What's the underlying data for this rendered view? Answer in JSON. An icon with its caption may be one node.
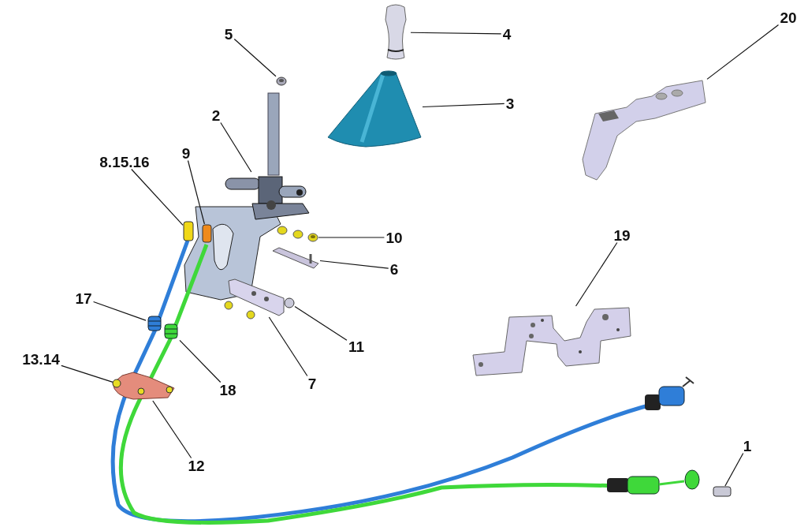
{
  "diagram": {
    "nodes": [
      {
        "text": [
          "5"
        ]
      },
      {
        "text": [],
        "shape": "picture"
      },
      {
        "text": [
          "4"
        ]
      },
      {
        "text": [],
        "shape": "picture"
      },
      {
        "text": [
          "3"
        ]
      },
      {
        "text": [],
        "shape": "picture"
      },
      {
        "text": [
          "20"
        ]
      },
      {
        "text": [],
        "shape": "picture"
      },
      {
        "text": [
          "2"
        ]
      },
      {
        "text": [],
        "shape": "picture"
      },
      {
        "text": [
          "8.15.16"
        ]
      },
      {
        "text": [],
        "shape": "box"
      },
      {
        "text": [
          "9"
        ]
      },
      {
        "text": [],
        "shape": "box"
      },
      {
        "text": [
          "10"
        ]
      },
      {
        "text": [],
        "shape": "picture"
      },
      {
        "text": [
          "6"
        ]
      },
      {
        "text": [],
        "shape": "picture"
      },
      {
        "text": [
          "19"
        ]
      },
      {
        "text": [],
        "shape": "picture"
      },
      {
        "text": [
          "17"
        ]
      },
      {
        "text": [],
        "shape": "picture"
      },
      {
        "text": [
          "11"
        ]
      },
      {
        "text": [],
        "shape": "circle"
      },
      {
        "text": [
          "13.14"
        ]
      },
      {
        "text": [],
        "shape": "picture"
      },
      {
        "text": [],
        "shape": "circle",
        "in": 25
      },
      {
        "text": [
          "18"
        ]
      },
      {
        "text": [],
        "shape": "picture"
      },
      {
        "text": [
          "7"
        ]
      },
      {
        "text": [],
        "shape": "picture"
      },
      {
        "text": [
          "12"
        ]
      },
      {
        "text": [
          "1"
        ]
      },
      {
        "text": [],
        "shape": "box"
      }
    ],
    "edges": [
      {
        "from": 0,
        "to": 1,
        "arrow": "none"
      },
      {
        "from": 2,
        "to": 3,
        "arrow": "none"
      },
      {
        "from": 4,
        "to": 5,
        "arrow": "none"
      },
      {
        "from": 6,
        "to": 7,
        "arrow": "none"
      },
      {
        "from": 8,
        "to": 9,
        "arrow": "none"
      },
      {
        "from": 10,
        "to": 11,
        "arrow": "none"
      },
      {
        "from": 12,
        "to": 13,
        "arrow": "none"
      },
      {
        "from": 14,
        "to": 15,
        "arrow": "none"
      },
      {
        "from": 16,
        "to": 17,
        "arrow": "none"
      },
      {
        "from": 18,
        "to": 19,
        "arrow": "none"
      },
      {
        "from": 20,
        "to": 21,
        "arrow": "none"
      },
      {
        "from": 22,
        "to": 23,
        "arrow": "none"
      },
      {
        "from": 24,
        "to": 26,
        "arrow": "none"
      },
      {
        "from": 27,
        "to": 28,
        "arrow": "none"
      },
      {
        "from": 29,
        "to": 30,
        "arrow": "none"
      },
      {
        "from": 31,
        "to": 25,
        "arrow": "none"
      },
      {
        "from": 32,
        "to": 33,
        "arrow": "none"
      }
    ]
  }
}
